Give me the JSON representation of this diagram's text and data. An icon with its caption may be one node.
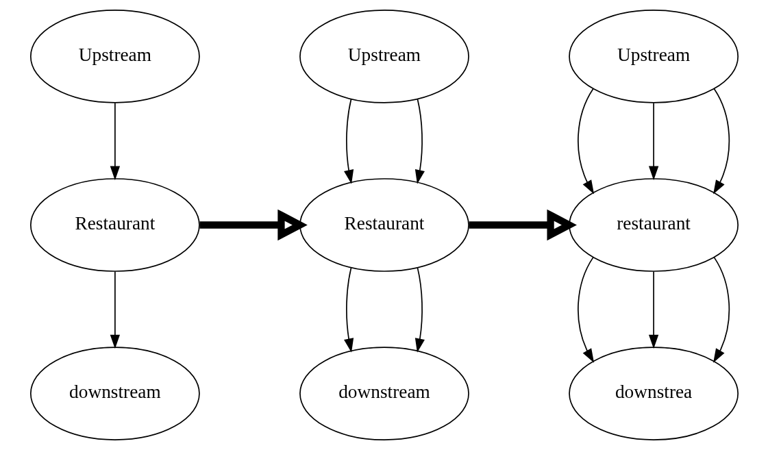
{
  "diagram": {
    "nodes": [
      {
        "text": [
          "Upstream"
        ]
      },
      {
        "text": [
          "Restaurant"
        ]
      },
      {
        "text": [
          "downstream"
        ]
      },
      {
        "text": [
          "Upstream"
        ]
      },
      {
        "text": [
          "Restaurant"
        ]
      },
      {
        "text": [
          "downstream"
        ]
      },
      {
        "text": [
          "Upstream"
        ]
      },
      {
        "text": [
          "restaurant"
        ]
      },
      {
        "text": [
          "downstrea"
        ]
      }
    ],
    "edges": [
      {
        "from": 0,
        "to": 1,
        "arrow": "to"
      },
      {
        "from": 1,
        "to": 2,
        "arrow": "to"
      },
      {
        "from": 3,
        "to": 4,
        "arrow": "to"
      },
      {
        "from": 3,
        "to": 4,
        "arrow": "to"
      },
      {
        "from": 4,
        "to": 5,
        "arrow": "to"
      },
      {
        "from": 4,
        "to": 5,
        "arrow": "to"
      },
      {
        "from": 6,
        "to": 7,
        "arrow": "to"
      },
      {
        "from": 6,
        "to": 7,
        "arrow": "to"
      },
      {
        "from": 6,
        "to": 7,
        "arrow": "to"
      },
      {
        "from": 7,
        "to": 8,
        "arrow": "to"
      },
      {
        "from": 7,
        "to": 8,
        "arrow": "to"
      },
      {
        "from": 7,
        "to": 8,
        "arrow": "to"
      },
      {
        "from": 1,
        "to": 4,
        "arrow": "to",
        "style": "thick"
      },
      {
        "from": 4,
        "to": 7,
        "arrow": "to",
        "style": "thick"
      }
    ]
  }
}
